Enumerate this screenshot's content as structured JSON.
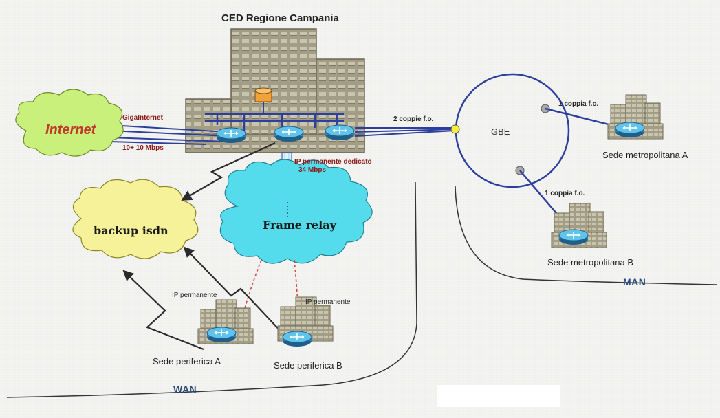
{
  "title": "CED Regione Campania",
  "clouds": {
    "internet": "Internet",
    "frame_relay": "Frame relay",
    "backup_isdn": "backup isdn"
  },
  "links": {
    "gigainternet": "GigaInternet",
    "speed_internet": "10+ 10 Mbps",
    "ip_dedicated_1": "IP permanente dedicato",
    "ip_dedicated_2": "34 Mbps",
    "fibers_two": "2 coppie f.o.",
    "fiber_one_a": "1 coppia f.o.",
    "fiber_one_b": "1 coppia f.o.",
    "ip_perm_a": "IP permanente",
    "ip_perm_b": "IP permanente"
  },
  "ring": {
    "label": "GBE"
  },
  "sites": {
    "metro_a": "Sede metropolitana A",
    "metro_b": "Sede metropolitana B",
    "branch_a": "Sede periferica A",
    "branch_b": "Sede periferica B"
  },
  "areas": {
    "wan": "WAN",
    "man": "MAN"
  },
  "colors": {
    "internet_cloud": "#c8f07a",
    "frame_relay_cloud": "#55dcec",
    "isdn_cloud": "#f6f29a",
    "network_link": "#2d3f9e",
    "building": "#a39d85",
    "router": "#3fa7d6"
  }
}
